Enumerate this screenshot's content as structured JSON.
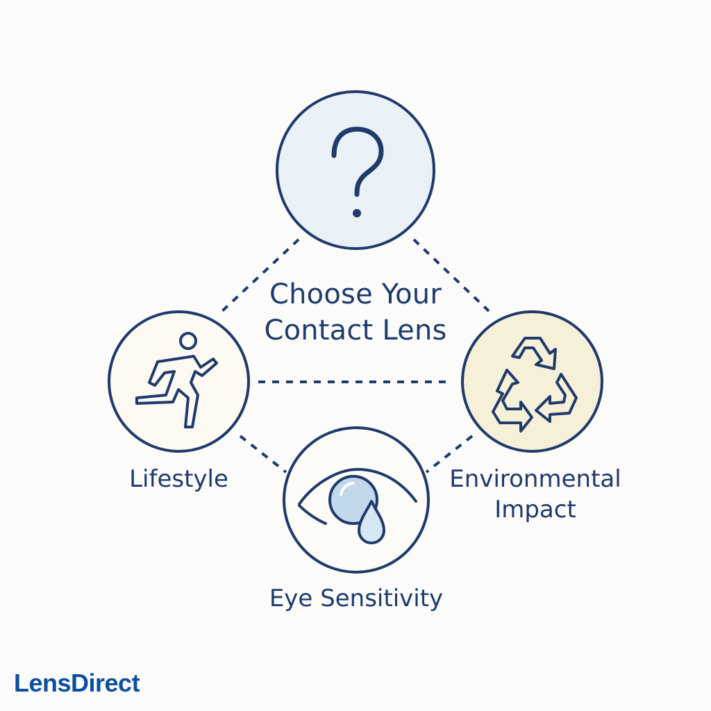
{
  "diagram": {
    "title_line1": "Choose Your",
    "title_line2": "Contact Lens",
    "nodes": {
      "center": {
        "icon": "question-mark-icon"
      },
      "lifestyle": {
        "label": "Lifestyle",
        "icon": "running-person-icon"
      },
      "environmental": {
        "label_line1": "Environmental",
        "label_line2": "Impact",
        "icon": "recycle-icon"
      },
      "eye": {
        "label": "Eye Sensitivity",
        "icon": "eye-teardrop-icon"
      }
    }
  },
  "brand": {
    "logo_text": "LensDirect"
  },
  "colors": {
    "stroke": "#1f3a6b",
    "question_fill": "#eaf1f6",
    "eco_fill": "#f7f0d8",
    "brand": "#0d4ea0",
    "tear_fill": "#c3d8ea"
  }
}
